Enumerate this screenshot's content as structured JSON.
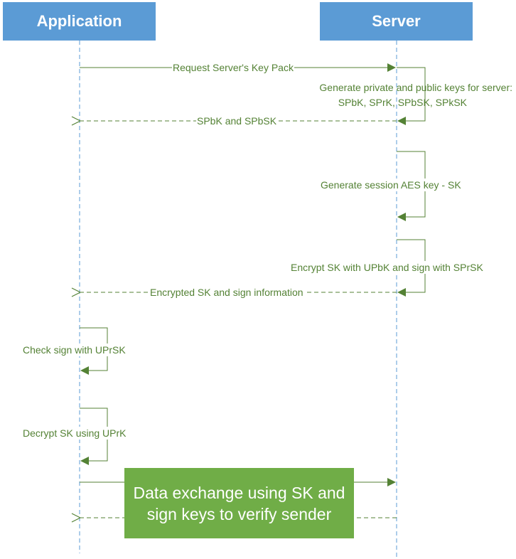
{
  "actors": {
    "application": "Application",
    "server": "Server"
  },
  "messages": {
    "request_key_pack": "Request Server's Key Pack",
    "generate_keys_line1": "Generate private and public keys for server:",
    "generate_keys_line2": "SPbK, SPrK, SPbSK, SPkSK",
    "return_public_keys": "SPbK and SPbSK",
    "generate_session_key": "Generate session AES key - SK",
    "encrypt_and_sign": "Encrypt SK with UPbK and sign with SPrSK",
    "return_encrypted": "Encrypted SK and sign information",
    "check_sign": "Check sign with UPrSK",
    "decrypt_sk": "Decrypt SK using UPrK"
  },
  "exchange_box": {
    "line1": "Data exchange using SK and",
    "line2": "sign keys to verify sender"
  },
  "colors": {
    "actor_fill": "#5b9bd5",
    "lifeline": "#5b9bd5",
    "arrow": "#548235",
    "exchange_fill": "#70ad47"
  }
}
